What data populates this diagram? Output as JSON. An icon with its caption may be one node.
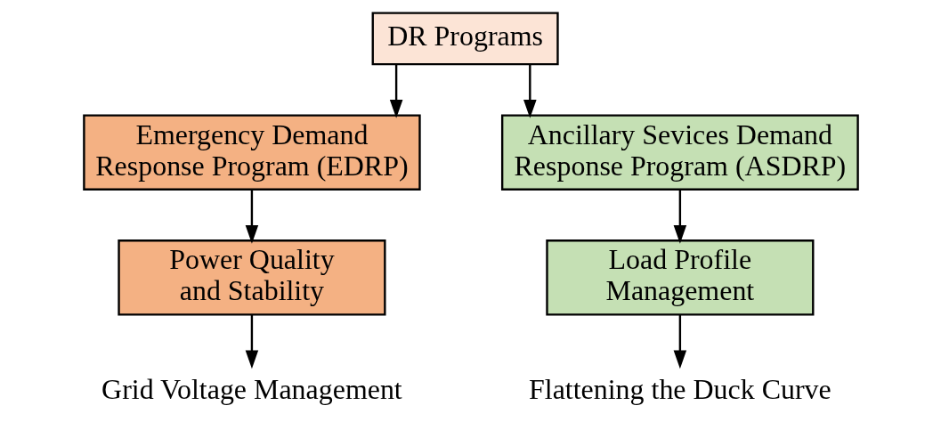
{
  "diagram": {
    "nodes": [
      {
        "text": [
          "DR Programs"
        ]
      },
      {
        "text": [
          "Emergency Demand Response Program (EDRP)"
        ]
      },
      {
        "text": [
          "Ancillary Sevices Demand Response Program (ASDRP)"
        ]
      },
      {
        "text": [
          "Power Quality and Stability"
        ]
      },
      {
        "text": [
          "Load Profile Management"
        ]
      },
      {
        "text": [
          "Grid Voltage Management"
        ]
      },
      {
        "text": [
          "Flattening the Duck Curve"
        ]
      }
    ],
    "edges": [
      {
        "from": 0,
        "to": 1,
        "arrow": "to"
      },
      {
        "from": 0,
        "to": 2,
        "arrow": "to"
      },
      {
        "from": 1,
        "to": 3,
        "arrow": "to"
      },
      {
        "from": 2,
        "to": 4,
        "arrow": "to"
      },
      {
        "from": 3,
        "to": 5,
        "arrow": "to"
      },
      {
        "from": 4,
        "to": 6,
        "arrow": "to"
      }
    ]
  }
}
